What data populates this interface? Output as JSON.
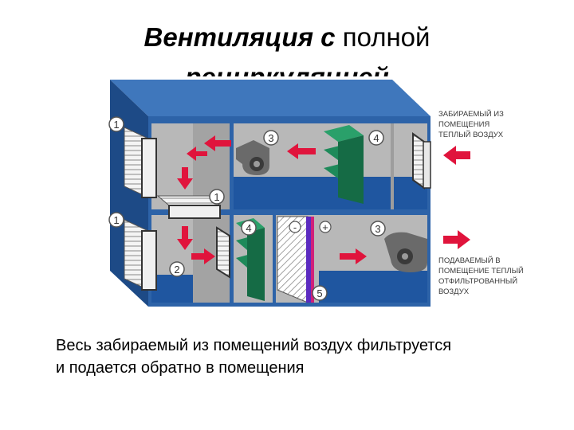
{
  "title": {
    "line1_italic": "Вентиляция с",
    "line1_rest": "полной",
    "line2": "рециркуляцией"
  },
  "caption": {
    "line1": "Весь забираемый из помещений воздух фильтруется",
    "line2": "и подается обратно в помещения"
  },
  "labels": {
    "intake": [
      "ЗАБИРАЕМЫЙ ИЗ",
      "ПОМЕЩЕНИЯ",
      "ТЕПЛЫЙ ВОЗДУХ"
    ],
    "supply": [
      "ПОДАВАЕМЫЙ В",
      "ПОМЕЩЕНИЕ ТЕПЛЫЙ",
      "ОТФИЛЬТРОВАННЫЙ",
      "ВОЗДУХ"
    ]
  },
  "markers": {
    "n1": "1",
    "n2": "2",
    "n3": "3",
    "n4": "4",
    "n5": "5",
    "minus": "-",
    "plus": "+"
  },
  "colors": {
    "housing_blue": "#2d63a8",
    "housing_dark": "#1d4a86",
    "housing_top": "#3f77bc",
    "chamber_gray": "#b8b8b8",
    "floor_blue": "#1f56a0",
    "arrow_red": "#e0143c",
    "coil_green": "#1e8a5a",
    "heater_purple": "#5b2bc0",
    "heater_magenta": "#d0207a"
  },
  "icons": {
    "fan": "fan-icon",
    "filter": "filter-icon",
    "arrow": "arrow-icon"
  }
}
